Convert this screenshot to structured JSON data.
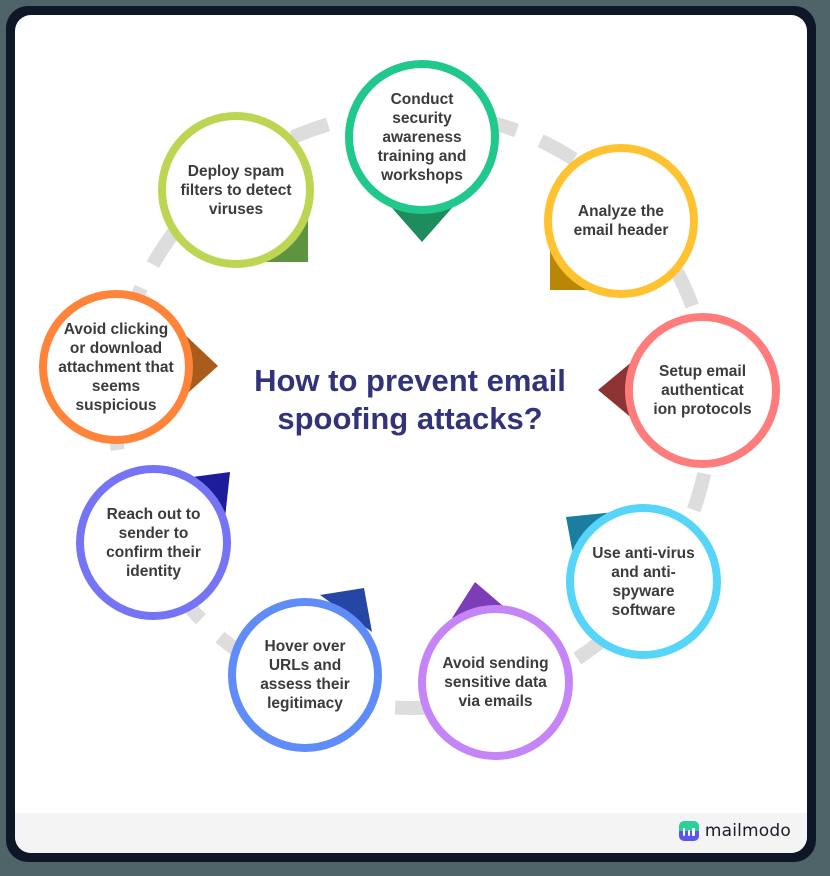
{
  "title": "How to prevent email spoofing attacks?",
  "brand": {
    "name": "mailmodo",
    "colors": {
      "top": "#2ecf9a",
      "bottom": "#5a55f0"
    }
  },
  "ring_color": "#dddddd",
  "steps": [
    {
      "label": "Conduct security awareness training and workshops",
      "border": "#20c98b",
      "tab": "#1e8c5c"
    },
    {
      "label": "Analyze the email header",
      "border": "#ffc331",
      "tab": "#b98705"
    },
    {
      "label": "Setup email authenticat ion protocols",
      "border": "#ff7c7c",
      "tab": "#8e3334"
    },
    {
      "label": "Use anti-virus and anti-spyware software",
      "border": "#57d5f8",
      "tab": "#1b7ea1"
    },
    {
      "label": "Avoid sending sensitive data via emails",
      "border": "#c685f7",
      "tab": "#7d3cb8"
    },
    {
      "label": "Hover over URLs and assess their legitimacy",
      "border": "#5f8cf8",
      "tab": "#2646a6"
    },
    {
      "label": "Reach out to sender to confirm their identity",
      "border": "#7474f4",
      "tab": "#1d1d99"
    },
    {
      "label": "Avoid clicking or download attachment that seems suspicious",
      "border": "#ff843a",
      "tab": "#a95c1b"
    },
    {
      "label": "Deploy spam filters to detect viruses",
      "border": "#bcd653",
      "tab": "#5e9340"
    }
  ]
}
